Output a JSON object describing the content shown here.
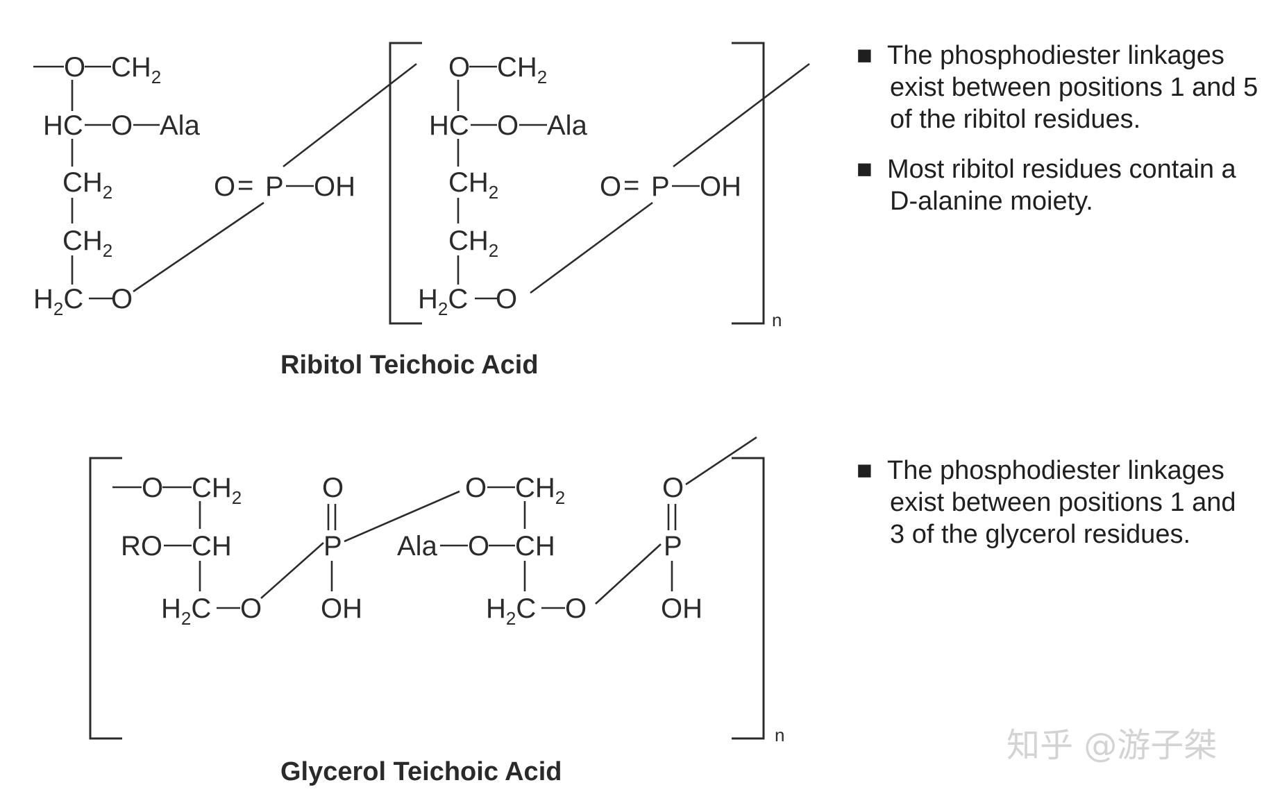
{
  "ribitol": {
    "caption": "Ribitol Teichoic Acid",
    "repeat_subscript": "n",
    "atoms": {
      "o_ch2": "O",
      "ch": "CH",
      "ch_sub": "2",
      "hc": "HC",
      "o": "O",
      "ala": "Ala",
      "ch2": "CH",
      "h": "H",
      "h_sub": "2",
      "c": "C",
      "phosphate_o": "O",
      "equals": "=",
      "p": "P",
      "oh": "OH"
    },
    "notes": [
      [
        "The phosphodiester linkages",
        "exist between positions 1 and 5",
        "of the ribitol residues."
      ],
      [
        "Most ribitol residues contain a",
        "D-alanine moiety."
      ]
    ]
  },
  "glycerol": {
    "caption": "Glycerol Teichoic Acid",
    "repeat_subscript": "n",
    "atoms": {
      "o": "O",
      "ch": "CH",
      "ch_sub": "2",
      "ro": "RO",
      "p": "P",
      "oh": "OH",
      "ala": "Ala",
      "h": "H",
      "h_sub": "2",
      "c": "C"
    },
    "notes": [
      [
        "The phosphodiester linkages",
        "exist between positions 1 and",
        "3 of the glycerol residues."
      ]
    ]
  },
  "watermark": "知乎 @游子桀",
  "bullet_symbol": "■"
}
